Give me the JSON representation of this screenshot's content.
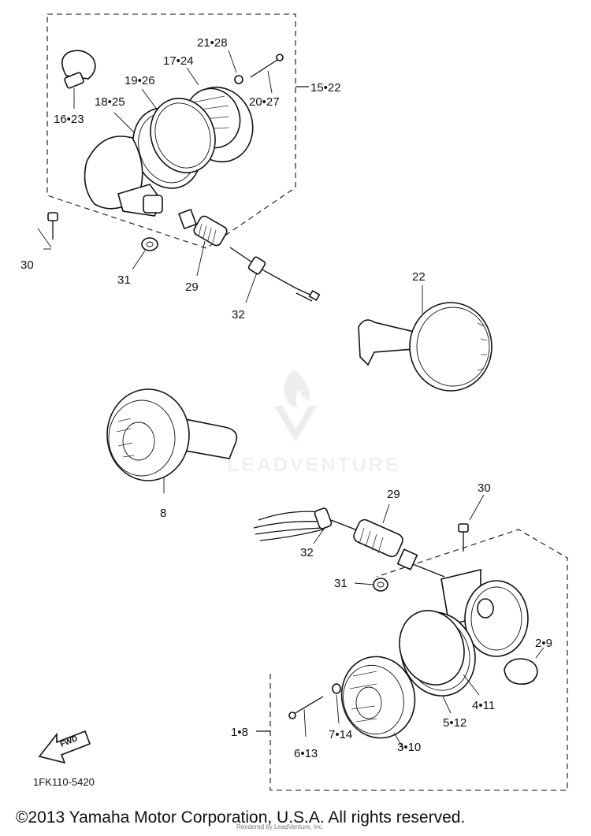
{
  "labels": {
    "l16_23": "16•23",
    "l18_25": "18•25",
    "l19_26": "19•26",
    "l17_24": "17•24",
    "l21_28": "21•28",
    "l20_27": "20•27",
    "l15_22": "15•22",
    "l30a": "30",
    "l31a": "31",
    "l29a": "29",
    "l32a": "32",
    "l22": "22",
    "l8": "8",
    "l29b": "29",
    "l30b": "30",
    "l32b": "32",
    "l31b": "31",
    "l2_9": "2•9",
    "l1_8": "1•8",
    "l4_11": "4•11",
    "l5_12": "5•12",
    "l7_14": "7•14",
    "l6_13": "6•13",
    "l3_10": "3•10"
  },
  "fwd_label": "FWD",
  "diagram_code": "1FK110-5420",
  "copyright": "©2013 Yamaha Motor Corporation, U.S.A. All rights reserved.",
  "watermark": "LEADVENTURE",
  "footer_credit": "Rendered by LeadVenture, Inc."
}
